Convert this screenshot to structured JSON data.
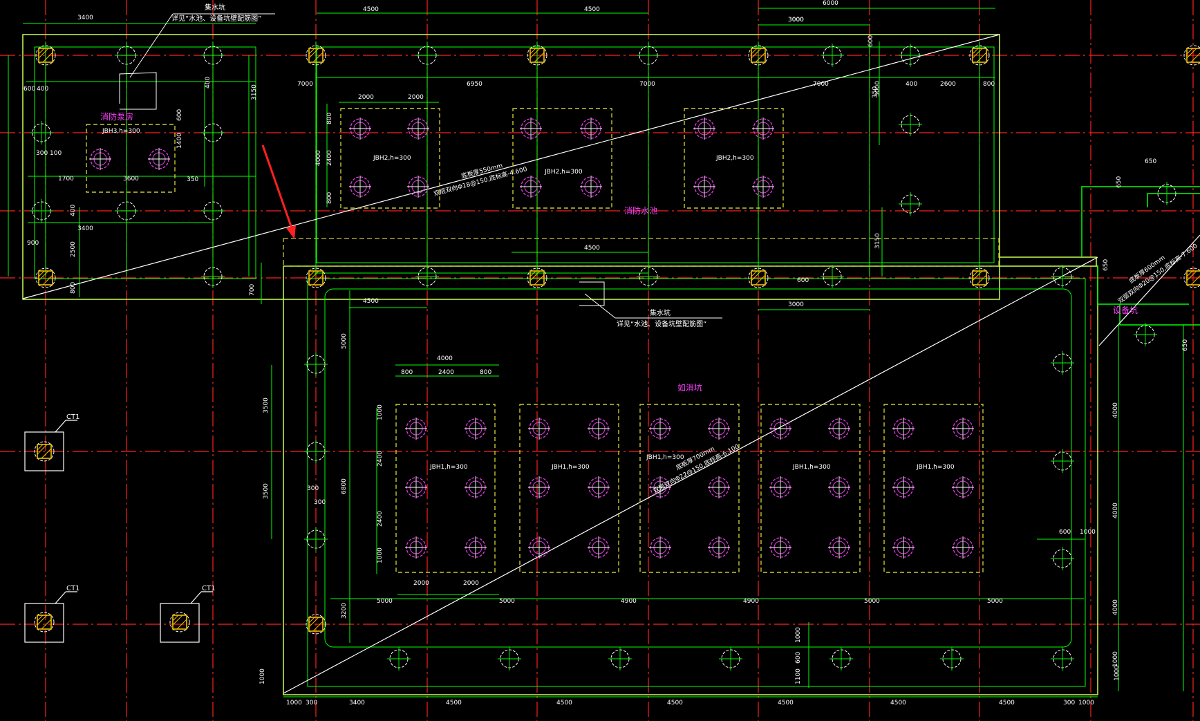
{
  "colors": {
    "background": "#000000",
    "grid_axis": "#ff2020",
    "dimension": "#00ff00",
    "outline": "#c8ff50",
    "pile_cap": "#c8c832",
    "rebar_pile": "#e040e0",
    "column_pile": "#f0c000",
    "annotation": "#ffffff",
    "room_label": "#ff40ff",
    "arrow": "#ff2020"
  },
  "drawing": {
    "room_labels": {
      "fire_pump_room": "消防泵房",
      "fire_pool": "消防水池",
      "pit_main": "如消坑",
      "pit_right": "设备坑"
    },
    "sump_callout_top": {
      "title": "集水坑",
      "note": "详见“水池、设备坑壁配筋图”"
    },
    "sump_callout_mid": {
      "title": "集水坑",
      "note": "详见“水池、设备坑壁配筋图”"
    },
    "cap_labels": {
      "jbh3": "JBH3,h=300",
      "jbh2": "JBH2,h=300",
      "jbh1": "JBH1,h=300"
    },
    "slab_notes": {
      "upper_line1": "底板厚550mm",
      "upper_line2": "双层双向Φ18@150,底标高-4.600",
      "lower_line1": "底板厚700mm",
      "lower_line2": "双层双向Φ22@150,底标高-6.100",
      "right_line1": "底板厚600mm",
      "right_line2": "双层双向Φ20@150,底标高-7.600"
    },
    "ct_label": "CT1",
    "dims_top": [
      "3400",
      "4500",
      "4500",
      "6000",
      "3000",
      "600"
    ],
    "dims_row_top": [
      "7000",
      "6950",
      "7000",
      "7000",
      "2600",
      "800",
      "400"
    ],
    "dims_cap_top": [
      "2000",
      "2000"
    ],
    "dims_cap_mid": [
      "4000",
      "800",
      "2400",
      "800"
    ],
    "dims_left_small": [
      "600",
      "400",
      "300",
      "100",
      "1700",
      "3600",
      "350",
      "400",
      "900",
      "3400",
      "600",
      "1400",
      "400"
    ],
    "dims_vertical_left": [
      "3150",
      "800",
      "4000",
      "2400",
      "800",
      "2500",
      "800",
      "700",
      "350"
    ],
    "dims_mid": [
      "4500",
      "4500",
      "3000",
      "3150"
    ],
    "dims_main_vertical": [
      "5000",
      "3500",
      "3500",
      "6800",
      "1000",
      "2400",
      "2400",
      "1000",
      "3200",
      "300",
      "300",
      "1000"
    ],
    "dims_inner_bottom": [
      "2000",
      "2000",
      "5000",
      "5000",
      "4900",
      "4900",
      "5000",
      "5000"
    ],
    "dims_bottom": [
      "1000",
      "300",
      "3400",
      "4500",
      "4500",
      "4500",
      "4500",
      "4500",
      "4500",
      "300",
      "1000"
    ],
    "dims_right": [
      "650",
      "650",
      "650",
      "650",
      "4000",
      "4000",
      "4000",
      "600",
      "1000",
      "1000",
      "1000",
      "600",
      "1100",
      "600",
      "1000",
      "3000",
      "3000"
    ]
  }
}
